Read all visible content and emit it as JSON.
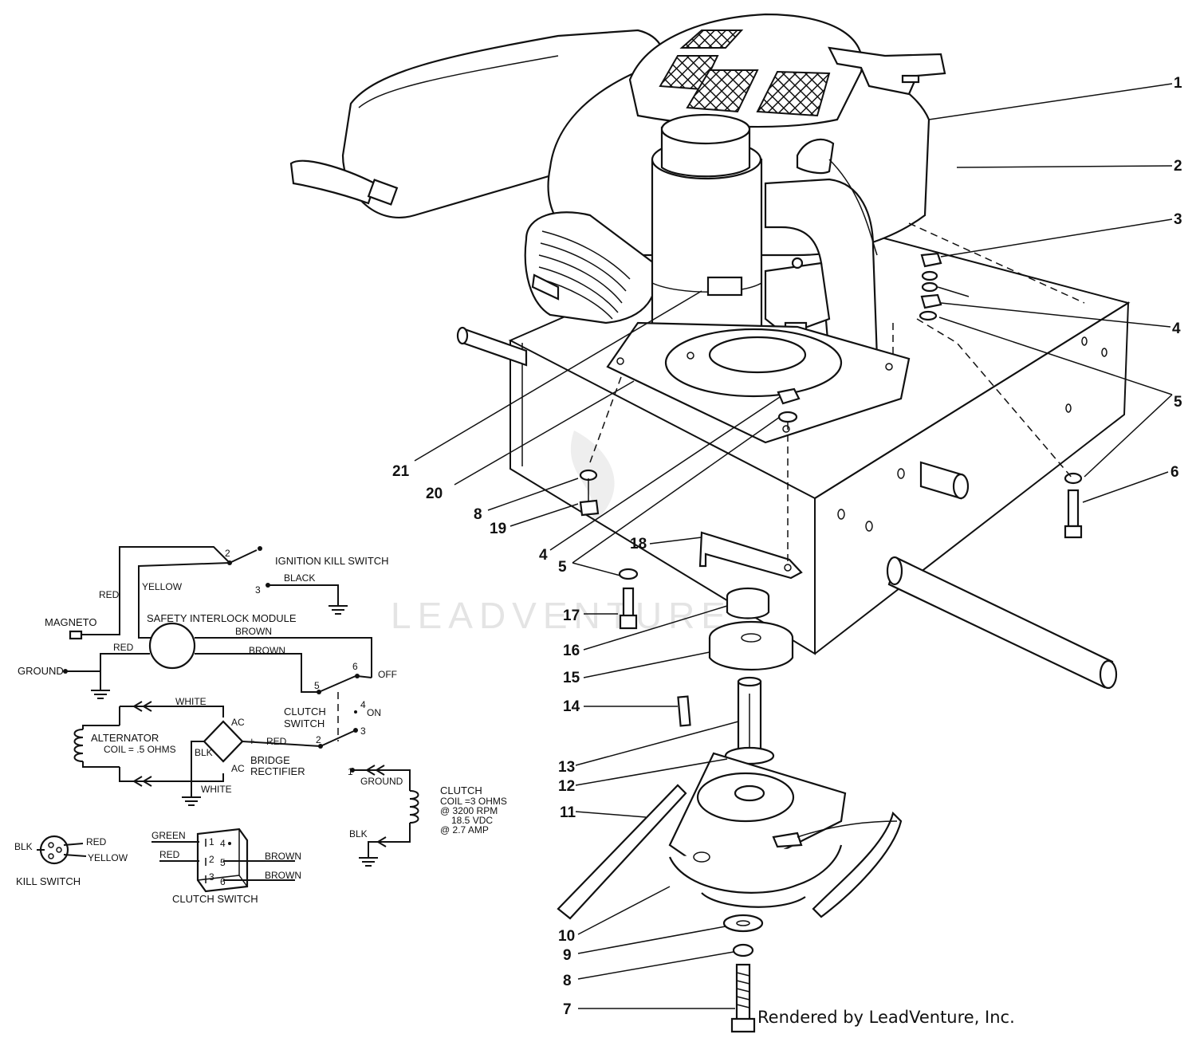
{
  "watermark": "LEADVENTURE",
  "credit": "Rendered by LeadVenture, Inc.",
  "callouts": {
    "c1": "1",
    "c2": "2",
    "c3": "3",
    "c4a": "4",
    "c4b": "4",
    "c5a": "5",
    "c5b": "5",
    "c6": "6",
    "c7": "7",
    "c8a": "8",
    "c8b": "8",
    "c9": "9",
    "c10": "10",
    "c11": "11",
    "c12": "12",
    "c13": "13",
    "c14": "14",
    "c15": "15",
    "c16": "16",
    "c17": "17",
    "c18": "18",
    "c19": "19",
    "c20": "20",
    "c21": "21"
  },
  "wiring": {
    "ignition_kill_switch": "IGNITION KILL SWITCH",
    "safety_interlock_module": "SAFETY INTERLOCK MODULE",
    "magneto": "MAGNETO",
    "ground": "GROUND",
    "clutch_switch_l1": "CLUTCH",
    "clutch_switch_l2": "SWITCH",
    "alternator_l1": "ALTERNATOR",
    "alternator_l2": "COIL = .5 OHMS",
    "bridge_l1": "BRIDGE",
    "bridge_l2": "RECTIFIER",
    "clutch_coil_l1": "CLUTCH",
    "clutch_coil_l2": "COIL =3 OHMS",
    "clutch_coil_l3": "@ 3200 RPM",
    "clutch_coil_l4": "18.5 VDC",
    "clutch_coil_l5": "@ 2.7 AMP",
    "off": "OFF",
    "on": "ON",
    "red": "RED",
    "yellow": "YELLOW",
    "black": "BLACK",
    "brown": "BROWN",
    "white": "WHITE",
    "blk": "BLK",
    "ac": "AC",
    "green": "GREEN",
    "minus": "-",
    "plus": "+",
    "kill_switch": "KILL SWITCH",
    "clutch_switch_caption": "CLUTCH SWITCH",
    "t1": "1",
    "t2": "2",
    "t3": "3",
    "t4": "4",
    "t5": "5",
    "t6": "6"
  }
}
